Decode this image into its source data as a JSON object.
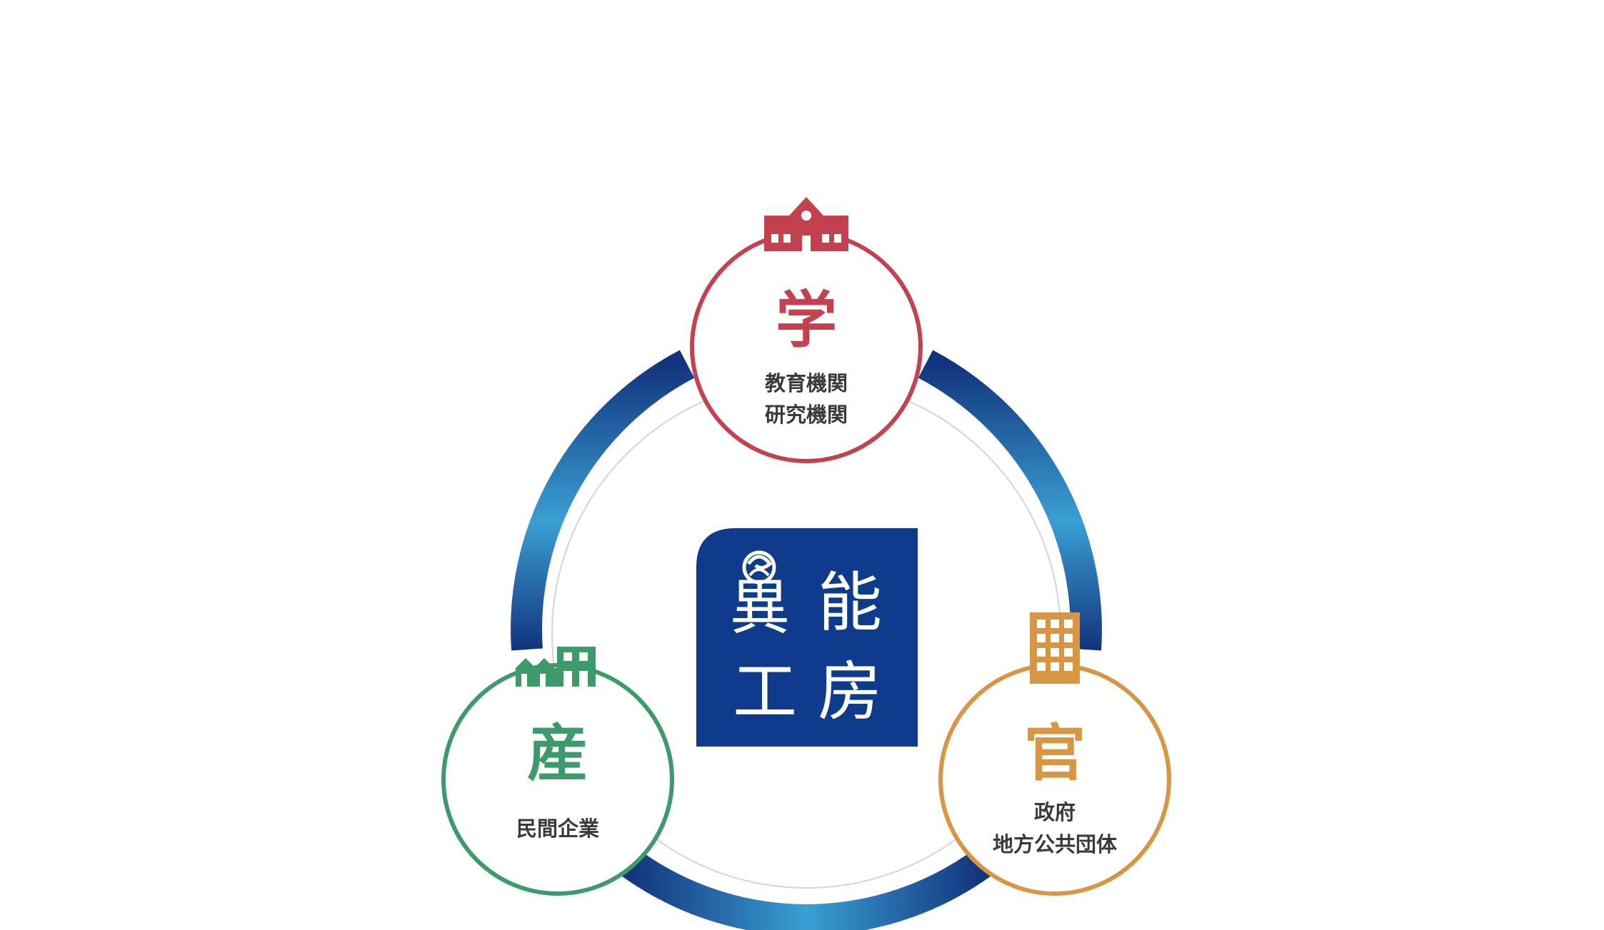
{
  "colors": {
    "ring_dark": "#12347f",
    "ring_light": "#3a9fd3",
    "academia": "#c4424f",
    "industry": "#3d9a6b",
    "government": "#d89645",
    "logo_bg": "#0f3b8c",
    "inner_circle": "#d4d4d4"
  },
  "center_logo": {
    "chars": [
      "異",
      "能",
      "工",
      "房"
    ],
    "icon": "swirl-icon"
  },
  "nodes": {
    "academia": {
      "title": "学",
      "lines": [
        "教育機関",
        "研究機関"
      ],
      "icon": "school-building-icon"
    },
    "industry": {
      "title": "産",
      "lines": [
        "民間企業"
      ],
      "icon": "factory-icon"
    },
    "government": {
      "title": "官",
      "lines": [
        "政府",
        "地方公共団体"
      ],
      "icon": "office-building-icon"
    }
  }
}
